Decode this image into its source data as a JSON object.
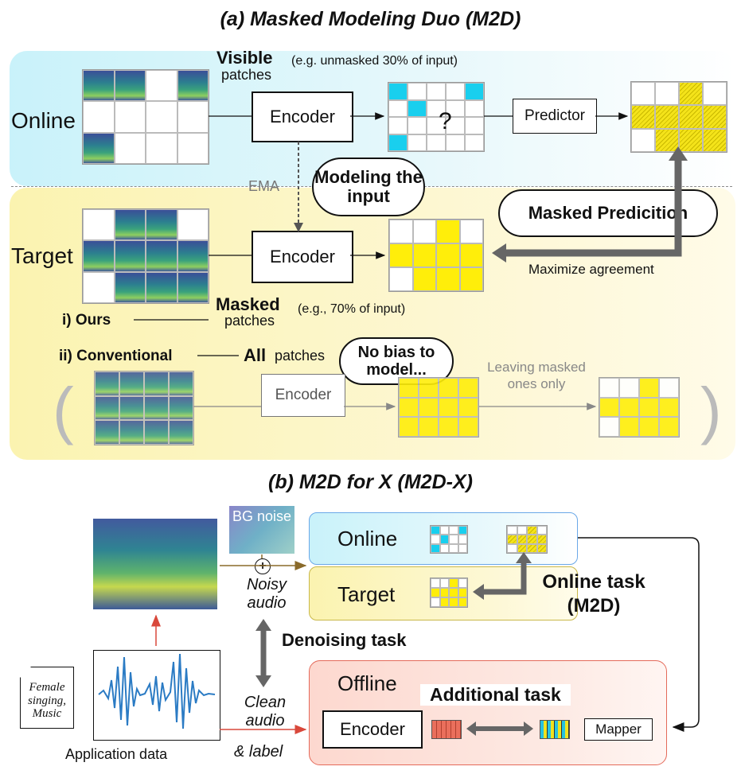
{
  "part_a": {
    "title": "(a) Masked Modeling Duo (M2D)",
    "online_label": "Online",
    "target_label": "Target",
    "visible_bold": "Visible",
    "visible_sub": "patches",
    "visible_note": "(e.g. unmasked 30% of input)",
    "encoder_label": "Encoder",
    "predictor_label": "Predictor",
    "question_mark": "?",
    "ema_label": "EMA",
    "bubble_modeling": "Modeling the input",
    "bubble_masked_prediction": "Masked Predicition",
    "maximize_agreement": "Maximize agreement",
    "masked_bold": "Masked",
    "masked_sub": "patches",
    "masked_note": "(e.g., 70% of input)",
    "ours_label": "i) Ours",
    "conventional_label": "ii) Conventional",
    "all_bold": "All",
    "all_sub": "patches",
    "bubble_no_bias": "No bias to model...",
    "leaving_masked": "Leaving masked ones only",
    "paren_left": "(",
    "paren_right": ")"
  },
  "part_b": {
    "title": "(b) M2D for X (M2D-X)",
    "bg_noise": "BG noise",
    "plus_symbol": "+",
    "noisy_audio": "Noisy audio",
    "online_label": "Online",
    "target_label": "Target",
    "online_task": "Online task (M2D)",
    "denoising_task": "Denoising task",
    "offline_label": "Offline",
    "additional_task": "Additional task",
    "encoder_label": "Encoder",
    "mapper_label": "Mapper",
    "clean_audio": "Clean audio",
    "and_label": "& label",
    "doc_text": "Female singing, Music",
    "application_data": "Application data"
  },
  "colors": {
    "online_bg": "#d8f6fb",
    "target_bg": "#fdf8c8",
    "offline_bg": "#fde3dc",
    "cyan_patch": "#19cfee",
    "yellow_patch": "#ffee0a",
    "arrow_gray": "#666666",
    "arrow_red": "#d9483b",
    "arrow_brown": "#8a6a2a"
  }
}
